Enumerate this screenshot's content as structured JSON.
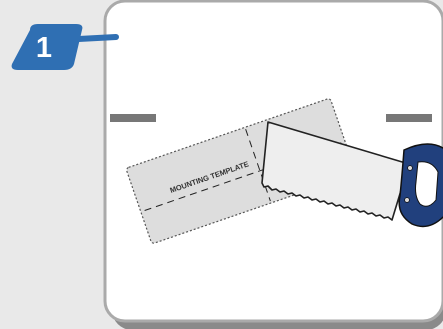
{
  "step": {
    "number": "1"
  },
  "template": {
    "label": "MOUNTING TEMPLATE"
  },
  "icons": {
    "saw": "hand-saw-icon",
    "step_badge": "step-badge"
  },
  "colors": {
    "background": "#e9e9e9",
    "panel_fill": "#ffffff",
    "panel_border": "#aaaaaa",
    "panel_shadow": "#8a8a8a",
    "badge_blue": "#2f6fb3",
    "wall_marker": "#777777",
    "template_fill": "#dddddd",
    "saw_handle": "#21407d",
    "saw_blade": "#eeeeee"
  }
}
